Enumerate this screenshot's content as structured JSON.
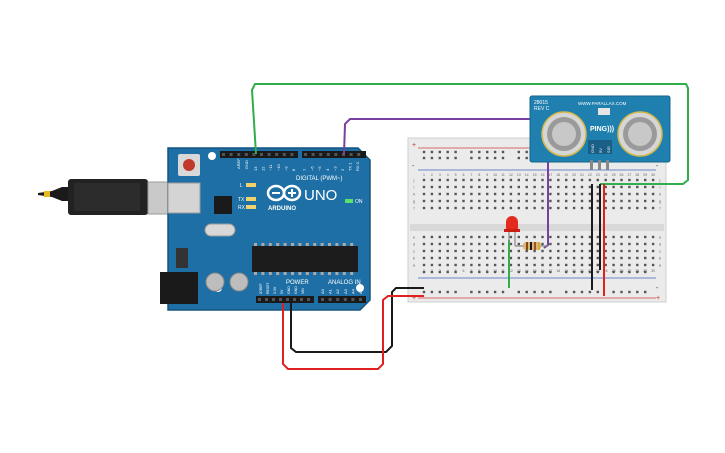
{
  "arduino": {
    "uno_label": "UNO",
    "brand_label": "ARDUINO",
    "digital_label": "DIGITAL (PWM~)",
    "power_label": "POWER",
    "analog_label": "ANALOG IN",
    "tx_label": "TX",
    "rx_label": "RX",
    "on_label": "ON",
    "l_label": "L",
    "aref_label": "AREF",
    "gnd_label": "GND",
    "digital_pins": [
      "13",
      "12",
      "~11",
      "~10",
      "~9",
      "8",
      "7",
      "~6",
      "~5",
      "4",
      "~3",
      "2",
      "TX 1",
      "RX 0"
    ],
    "power_pins": [
      "IOREF",
      "RESET",
      "3.3V",
      "5V",
      "GND",
      "GND",
      "VIN"
    ],
    "analog_pins": [
      "A0",
      "A1",
      "A2",
      "A3",
      "A4",
      "A5"
    ]
  },
  "sensor": {
    "model_label": "28015",
    "rev_label": "REV C",
    "url_label": "WWW.PARALLAX.COM",
    "ping_label": "PING)))",
    "pin_labels": [
      "GND",
      "5V",
      "SIG"
    ]
  },
  "breadboard": {
    "column_numbers": [
      "1",
      "2",
      "3",
      "4",
      "5",
      "6",
      "7",
      "8",
      "9",
      "10",
      "11",
      "12",
      "13",
      "14",
      "15",
      "16",
      "17",
      "18",
      "19",
      "20",
      "21",
      "22",
      "23",
      "24",
      "25",
      "26",
      "27",
      "28",
      "29",
      "30"
    ],
    "row_letters_top": [
      "j",
      "i",
      "h",
      "g",
      "f"
    ],
    "row_letters_bottom": [
      "e",
      "d",
      "c",
      "b",
      "a"
    ],
    "plus_label": "+",
    "minus_label": "-"
  },
  "colors": {
    "board_blue": "#1d6fa5",
    "board_dark": "#15547e",
    "sensor_blue": "#1f7fae",
    "wire_green": "#2fae4a",
    "wire_purple": "#7a3fa0",
    "wire_red": "#e02020",
    "wire_black": "#1a1a1a",
    "led_red": "#e52a1e"
  }
}
